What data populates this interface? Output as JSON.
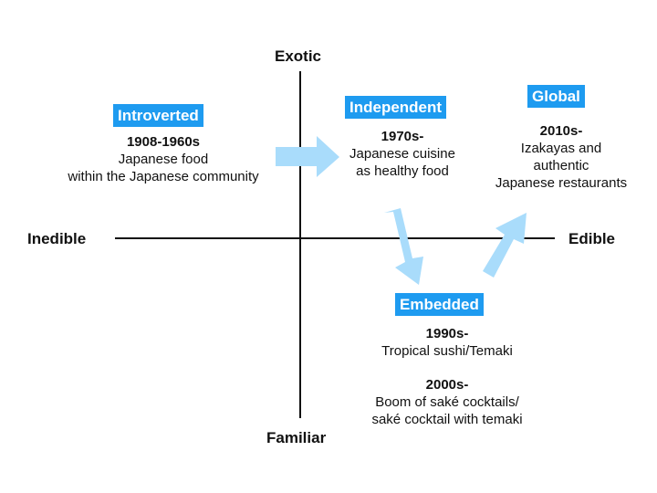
{
  "axes": {
    "top": "Exotic",
    "bottom": "Familiar",
    "left": "Inedible",
    "right": "Edible"
  },
  "stages": [
    {
      "tag": "Introverted",
      "era": "1908-1960s",
      "lines": [
        "Japanese food",
        "within the Japanese community"
      ]
    },
    {
      "tag": "Independent",
      "era": "1970s-",
      "lines": [
        "Japanese cuisine",
        "as healthy food"
      ]
    },
    {
      "tag": "Global",
      "era": "2010s-",
      "lines": [
        "Izakayas and",
        "authentic",
        "Japanese restaurants"
      ]
    },
    {
      "tag": "Embedded",
      "era": "1990s-",
      "lines": [
        "Tropical sushi/Temaki"
      ]
    }
  ],
  "extra": {
    "era": "2000s-",
    "lines": [
      "Boom of saké cocktails/",
      "saké cocktail with temaki"
    ]
  },
  "colors": {
    "tag": "#1e9bf0",
    "arrow": "#a9dcfb",
    "axis": "#111111"
  }
}
